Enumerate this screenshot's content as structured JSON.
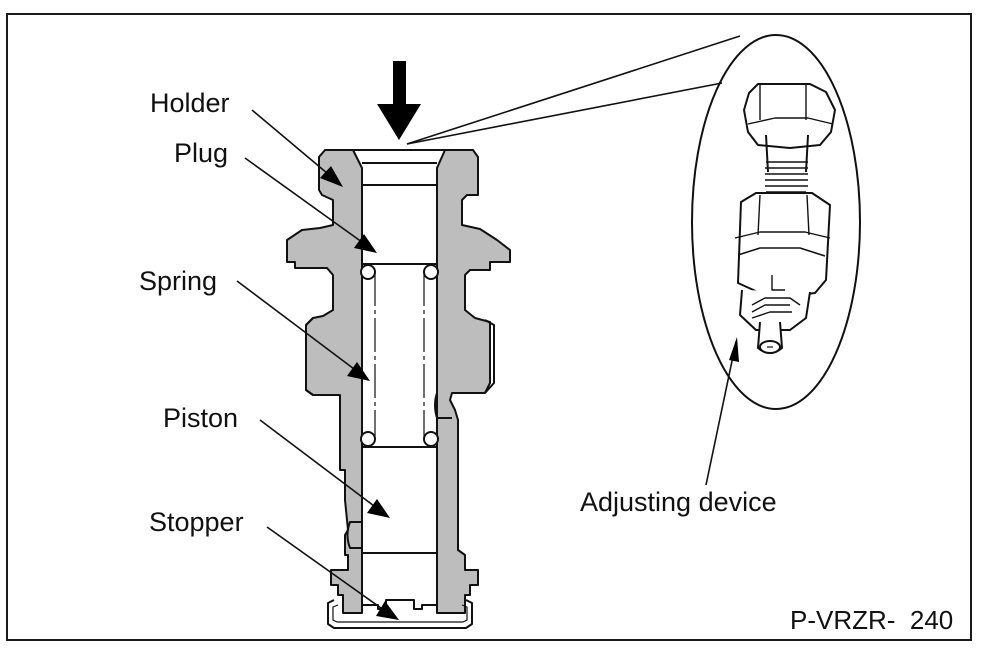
{
  "figure": {
    "figure_code": "P-VRZR-  240",
    "labels": {
      "holder": "Holder",
      "plug": "Plug",
      "spring": "Spring",
      "piston": "Piston",
      "stopper": "Stopper",
      "adjusting_device": "Adjusting device"
    },
    "colors": {
      "line": "#111111",
      "section_fill": "#bdbdbd",
      "background": "#ffffff"
    },
    "icons": {
      "press_direction": "down-arrow-icon"
    }
  }
}
